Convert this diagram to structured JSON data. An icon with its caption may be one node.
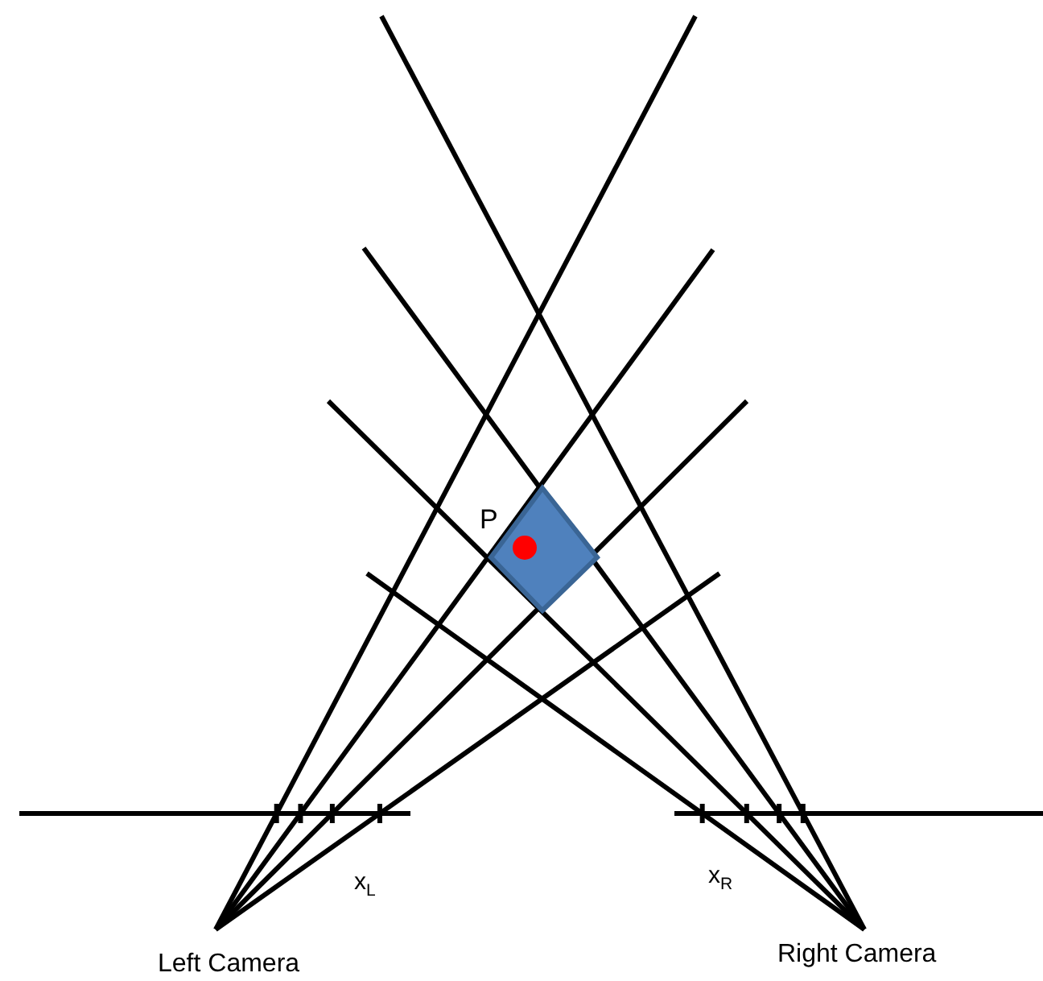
{
  "diagram": {
    "labels": [
      "P",
      "x$_{L}$",
      "x$_{R}$",
      "Left Camera",
      "Right Camera"
    ]
  }
}
